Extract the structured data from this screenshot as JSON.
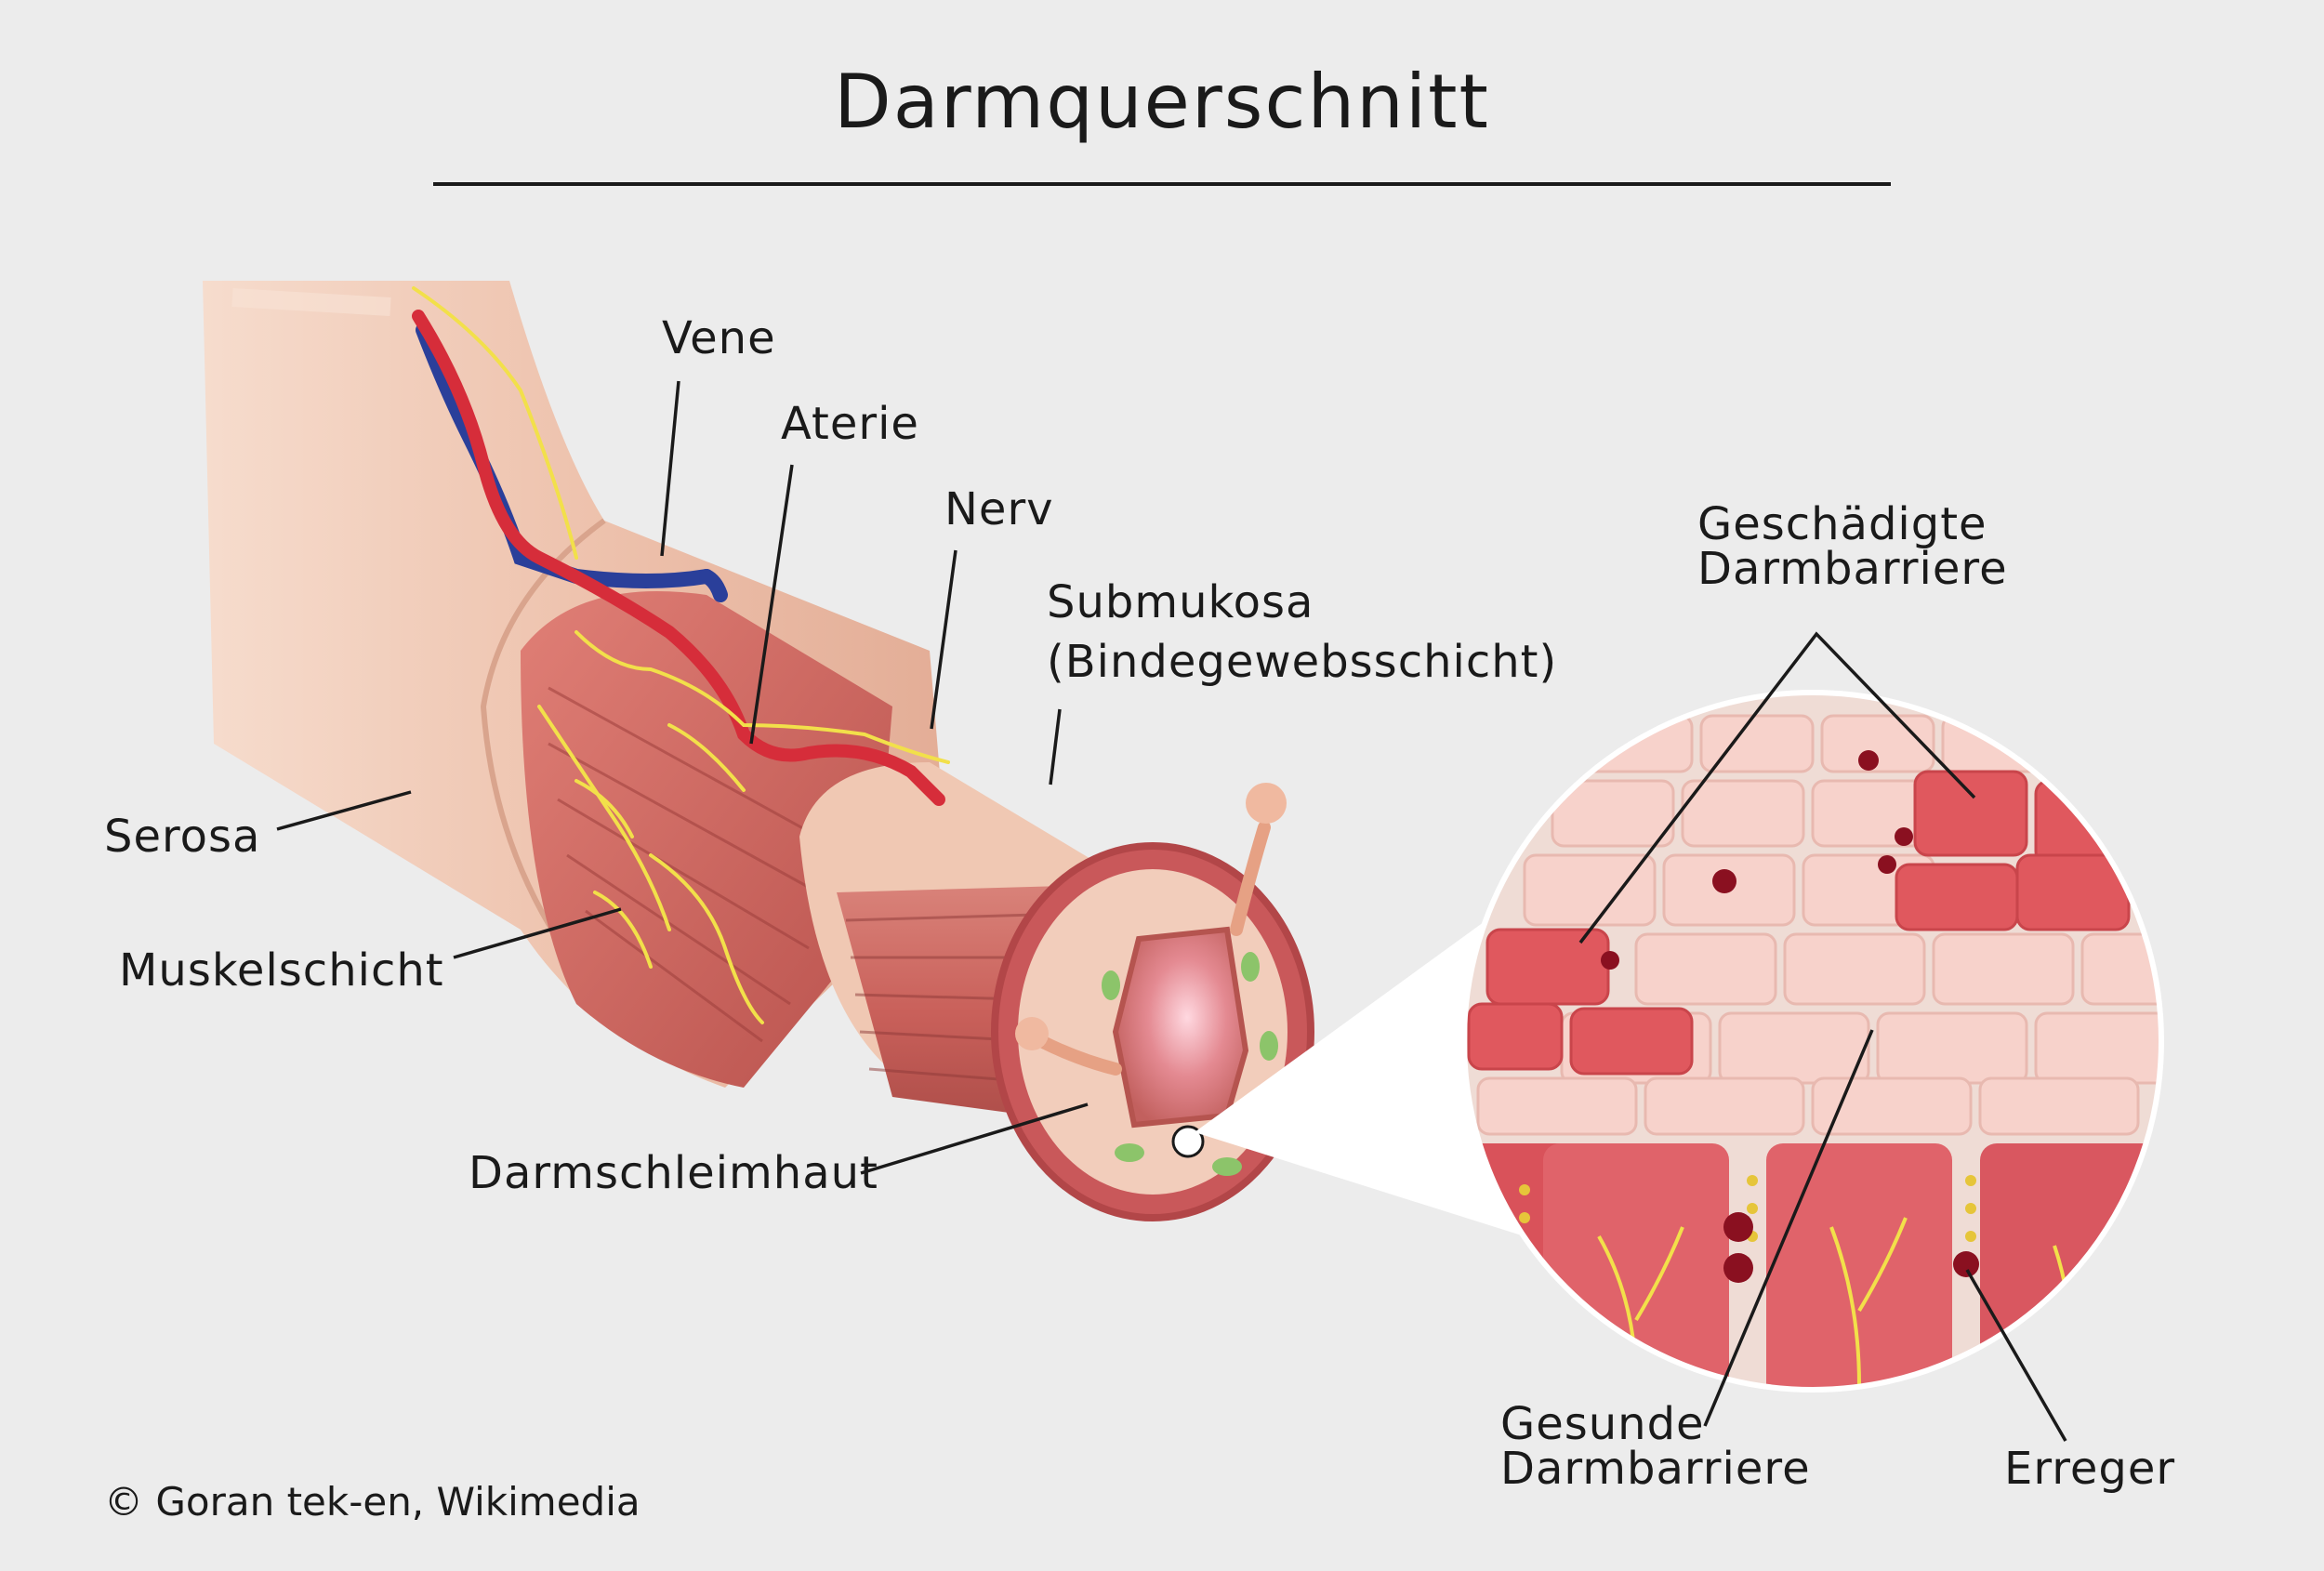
{
  "title": "Darmquerschnitt",
  "labels": {
    "vene": "Vene",
    "aterie": "Aterie",
    "nerv": "Nerv",
    "submukosa_1": "Submukosa",
    "submukosa_2": "(Bindegewebsschicht)",
    "serosa": "Serosa",
    "muskelschicht": "Muskelschicht",
    "darmschleimhaut": "Darmschleimhaut",
    "geschaedigte_1": "Geschädigte",
    "geschaedigte_2": "Darmbarriere",
    "gesunde_1": "Gesunde",
    "gesunde_2": "Darmbarriere",
    "erreger": "Erreger"
  },
  "credit": "© Goran tek-en, Wikimedia",
  "colors": {
    "background": "#ececec",
    "serosa": "#f2cdbb",
    "muscle": "#d4736a",
    "artery": "#d62d3a",
    "vein": "#2a3f9a",
    "nerve": "#f2e04a",
    "healthy_cell": "#f5cfc8",
    "damaged_cell": "#e0585e",
    "pathogen": "#8a1020"
  }
}
